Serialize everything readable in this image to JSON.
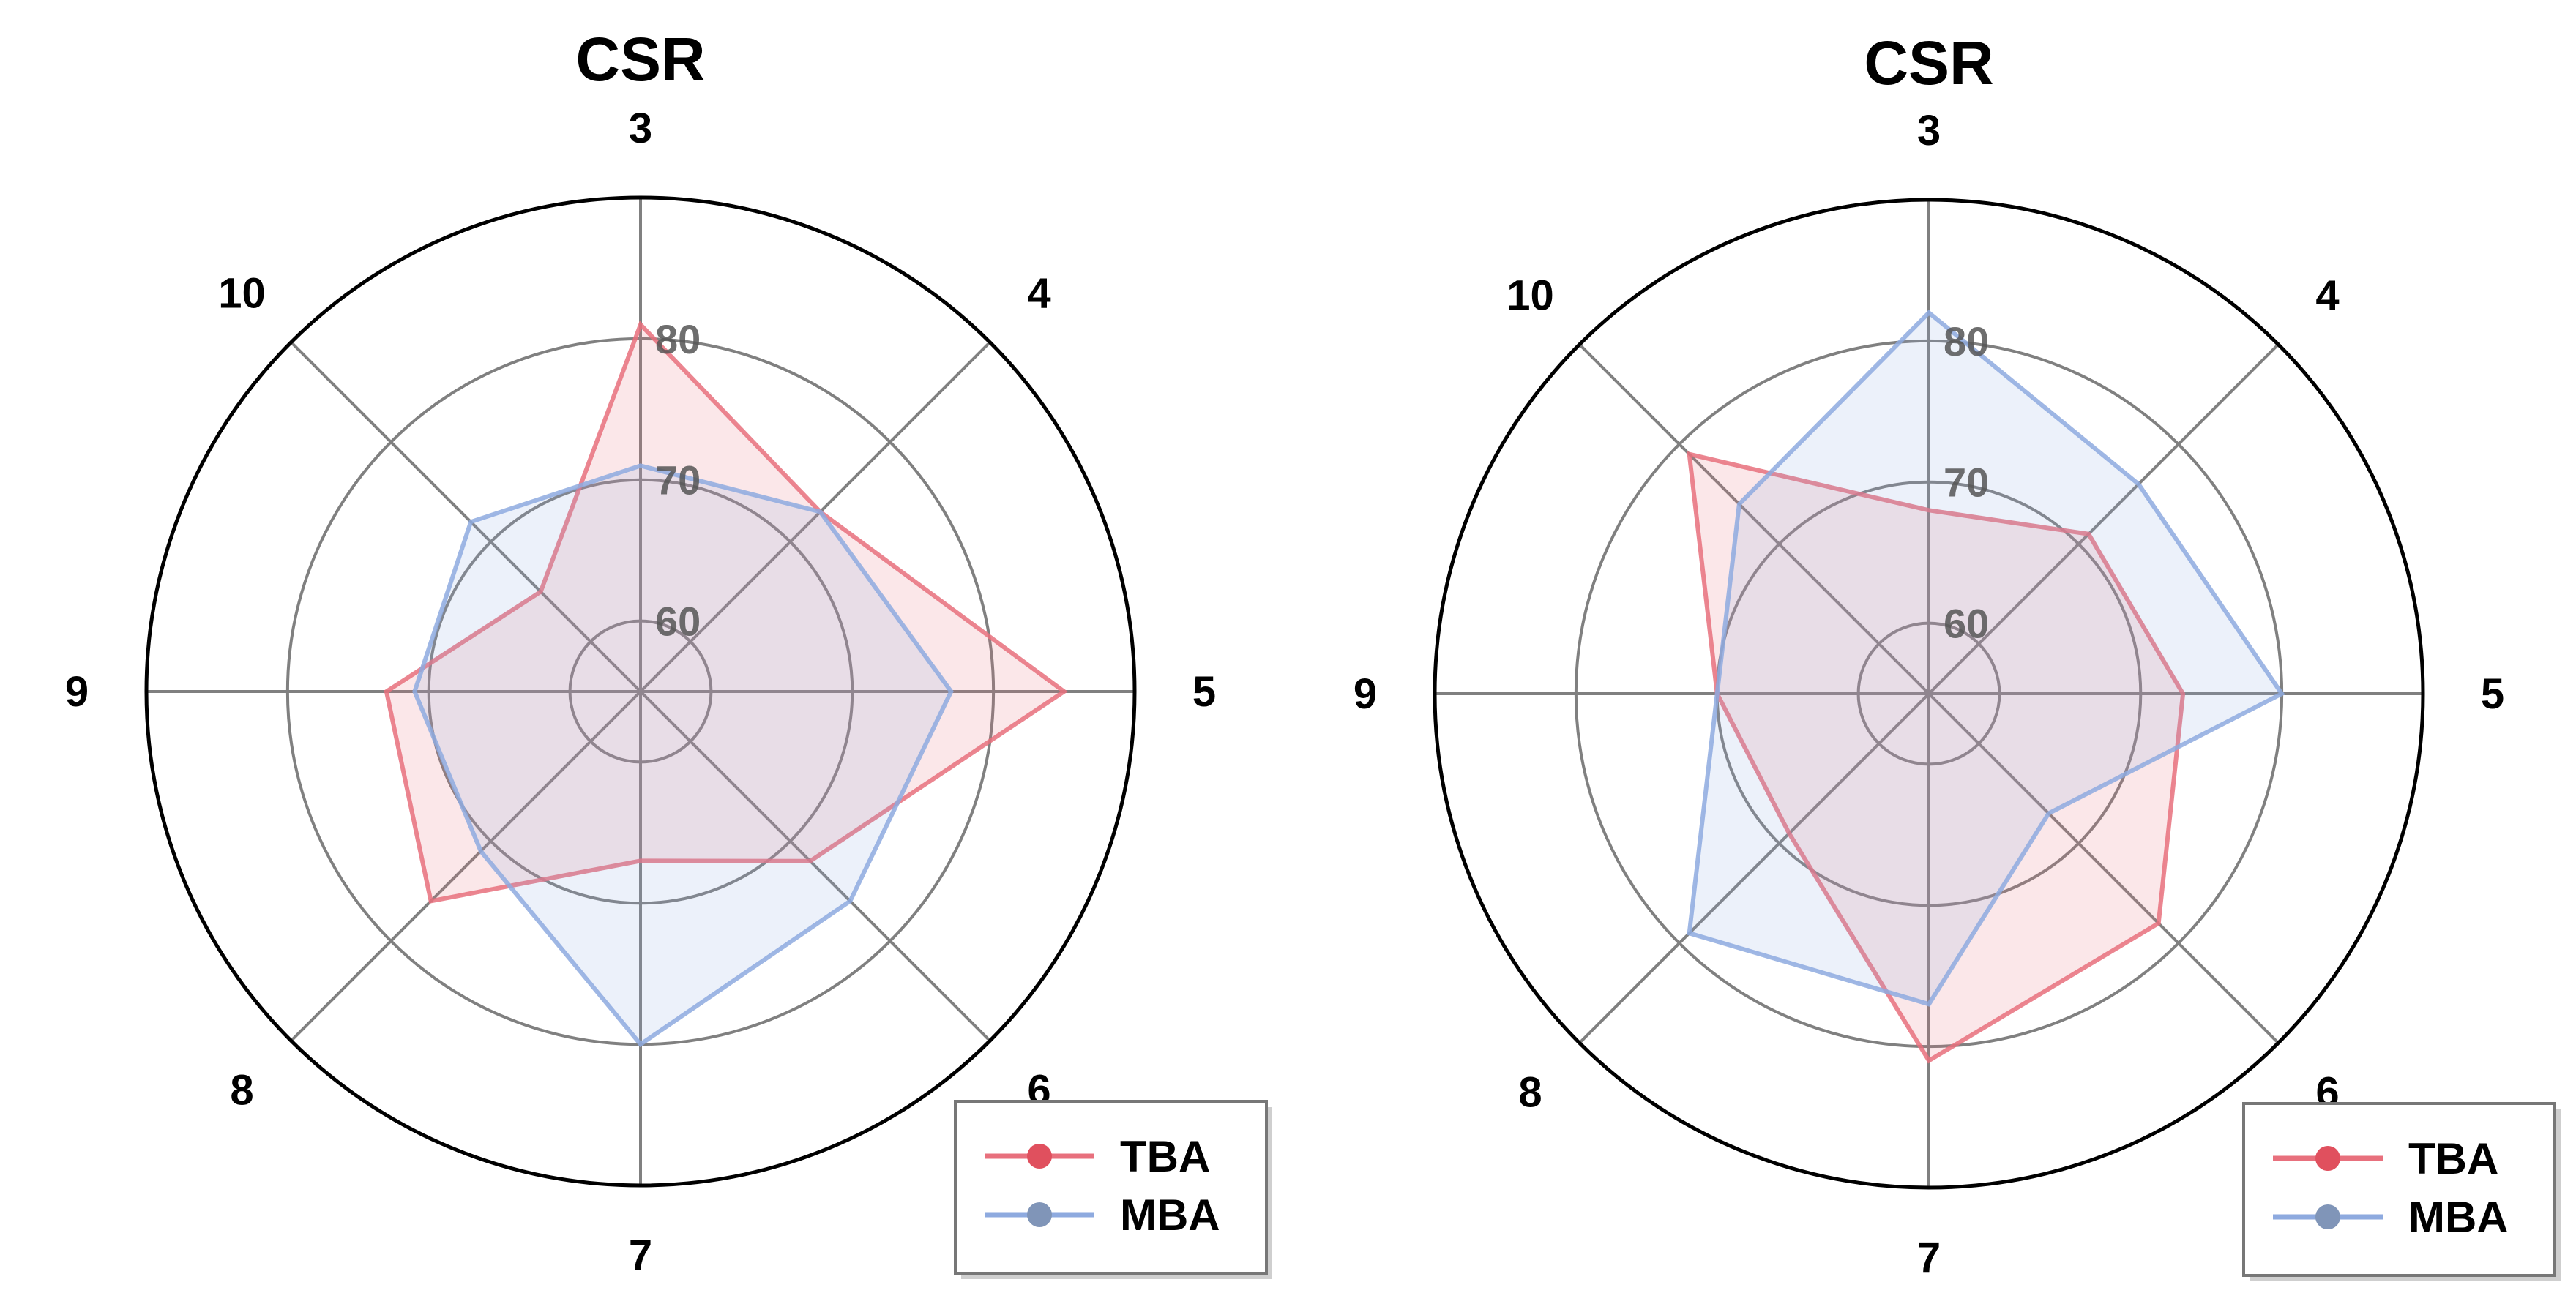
{
  "chart_data": [
    {
      "type": "radar",
      "title": "CSR",
      "axes": [
        "3",
        "4",
        "5",
        "6",
        "7",
        "8",
        "9",
        "10"
      ],
      "rticks": [
        60,
        70,
        80
      ],
      "rlim": [
        55,
        90
      ],
      "grid": true,
      "legend_position": "bottom-right",
      "series": [
        {
          "name": "TBA",
          "color": "#e8707d",
          "values": [
            81,
            73,
            85,
            72,
            67,
            76,
            73,
            65
          ]
        },
        {
          "name": "MBA",
          "color": "#8eaadf",
          "values": [
            71,
            73,
            77,
            76,
            80,
            71,
            71,
            72
          ]
        }
      ]
    },
    {
      "type": "radar",
      "title": "CSR",
      "axes": [
        "3",
        "4",
        "5",
        "6",
        "7",
        "8",
        "9",
        "10"
      ],
      "rticks": [
        60,
        70,
        80
      ],
      "rlim": [
        55,
        90
      ],
      "grid": true,
      "legend_position": "bottom-right",
      "series": [
        {
          "name": "TBA",
          "color": "#e8707d",
          "values": [
            68,
            71,
            73,
            78,
            81,
            69,
            70,
            79
          ]
        },
        {
          "name": "MBA",
          "color": "#8eaadf",
          "values": [
            82,
            76,
            80,
            67,
            77,
            79,
            70,
            74
          ]
        }
      ]
    }
  ]
}
